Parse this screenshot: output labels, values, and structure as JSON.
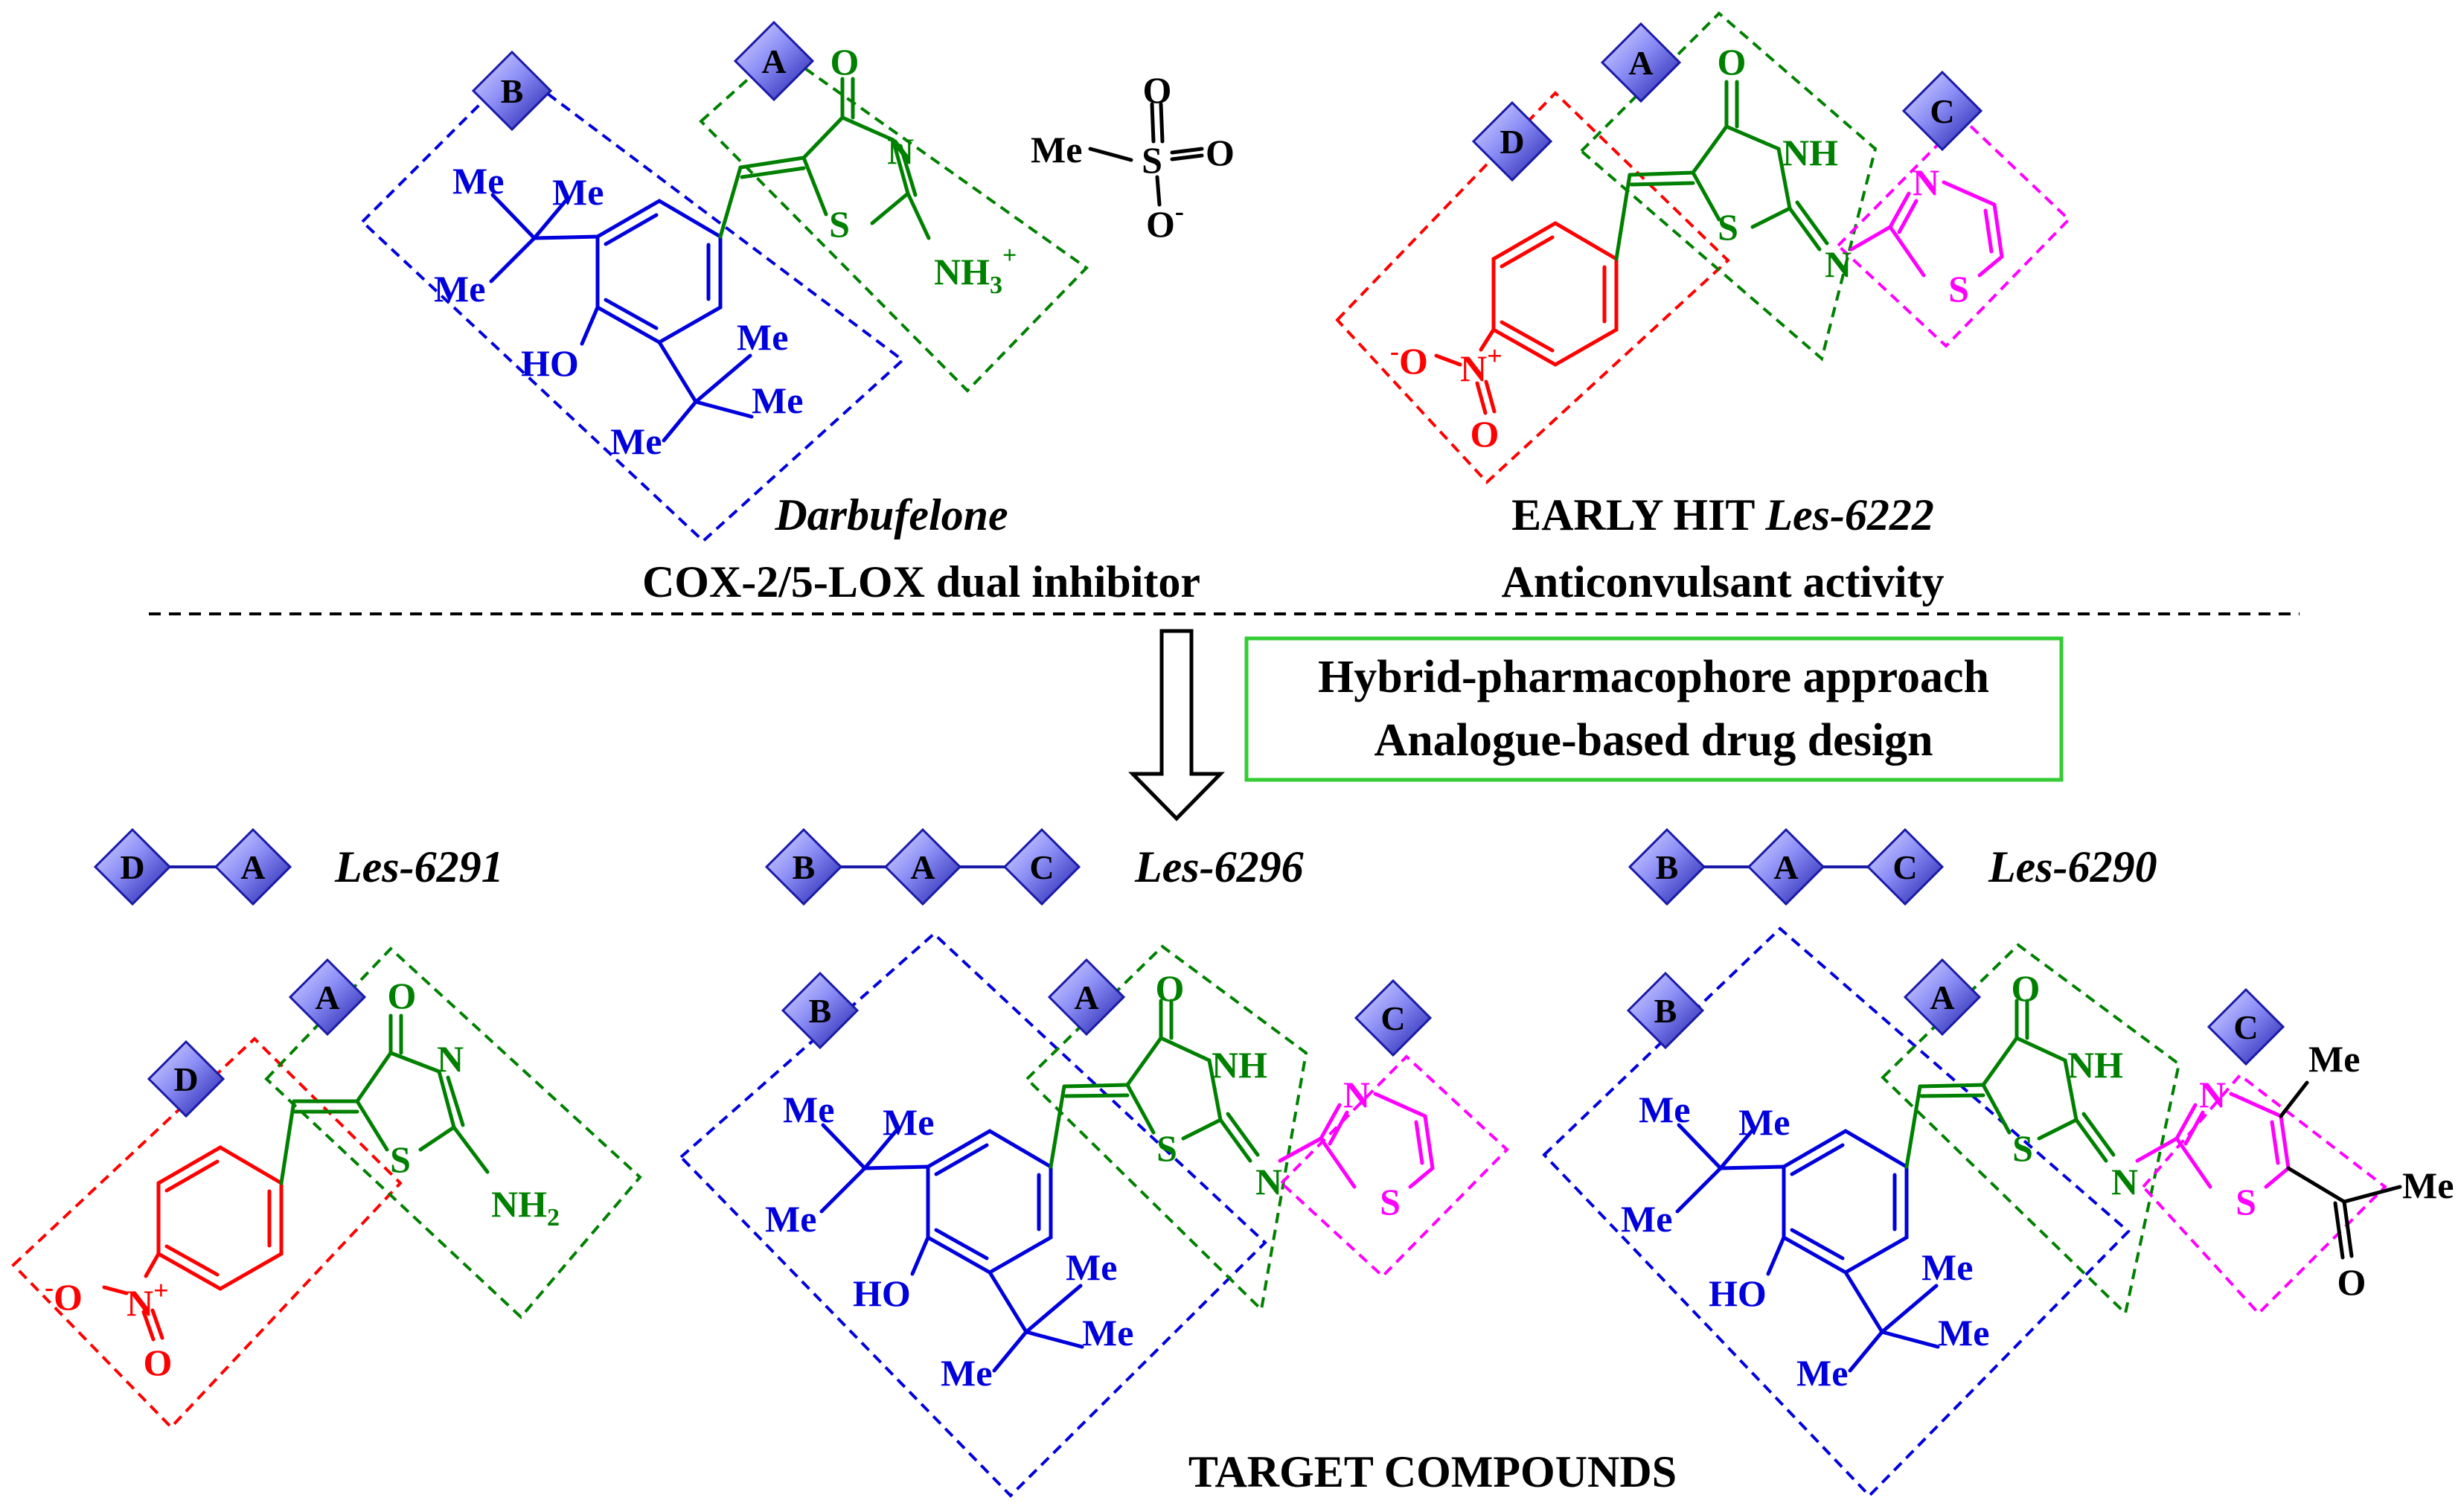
{
  "colors": {
    "fragment_a": "#008000",
    "fragment_b": "#0000dd",
    "fragment_c": "#ff00ff",
    "fragment_d": "#ff0000",
    "black": "#000000",
    "diamond_dark": "#1a1aa8",
    "diamond_light": "#a8aaff",
    "approach_box": "#33cc33"
  },
  "labels": {
    "A": "A",
    "B": "B",
    "C": "C",
    "D": "D",
    "O": "O",
    "N": "N",
    "S": "S",
    "NH": "NH",
    "Me": "Me",
    "HO": "HO",
    "NH3": "NH",
    "NH3_sub": "3",
    "NH3_sup": "+",
    "NH2": "NH",
    "NH2_sub": "2",
    "minus": "-",
    "plus": "+"
  },
  "darbufelone": {
    "name": "Darbufelone",
    "description": "COX-2/5-LOX dual inhibitor"
  },
  "early_hit": {
    "prefix": "EARLY HIT",
    "name": "Les-6222",
    "description": "Anticonvulsant activity"
  },
  "approach": {
    "line1": "Hybrid-pharmacophore approach",
    "line2": "Analogue-based drug design"
  },
  "targets": [
    {
      "name": "Les-6291",
      "fragments": [
        "D",
        "A"
      ]
    },
    {
      "name": "Les-6296",
      "fragments": [
        "B",
        "A",
        "C"
      ]
    },
    {
      "name": "Les-6290",
      "fragments": [
        "B",
        "A",
        "C"
      ]
    }
  ],
  "target_heading": "TARGET COMPOUNDS"
}
